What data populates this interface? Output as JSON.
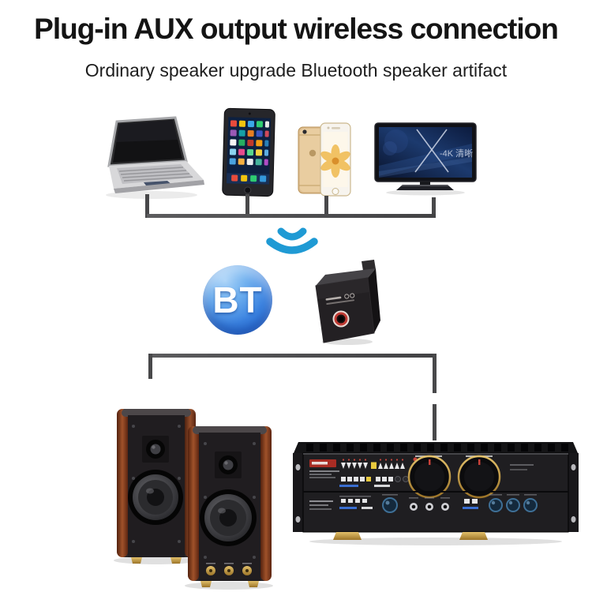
{
  "banner": {
    "title": "Plug-in AUX output wireless connection",
    "subtitle": "Ordinary speaker upgrade Bluetooth speaker artifact"
  },
  "sources": [
    {
      "name": "laptop"
    },
    {
      "name": "tablet"
    },
    {
      "name": "smartphone"
    },
    {
      "name": "tv",
      "screen_text": "-4K 清晰"
    }
  ],
  "receiver": {
    "badge_label": "BT",
    "device": "bluetooth-aux-receiver"
  },
  "outputs": [
    {
      "name": "bookshelf-speakers"
    },
    {
      "name": "stereo-amplifier"
    }
  ],
  "colors": {
    "background": "#ffffff",
    "title_text": "#141414",
    "connector_line": "#48484a",
    "signal_blue": "#1f9ad4",
    "bt_badge_top": "#8cc3f5",
    "bt_badge_bottom": "#1e63d3",
    "jack_ring_red": "#bf3a33",
    "speaker_wood": "#8a4522",
    "knob_gold": "#c8a44e",
    "tv_screen_text": "#b8c2d6"
  }
}
